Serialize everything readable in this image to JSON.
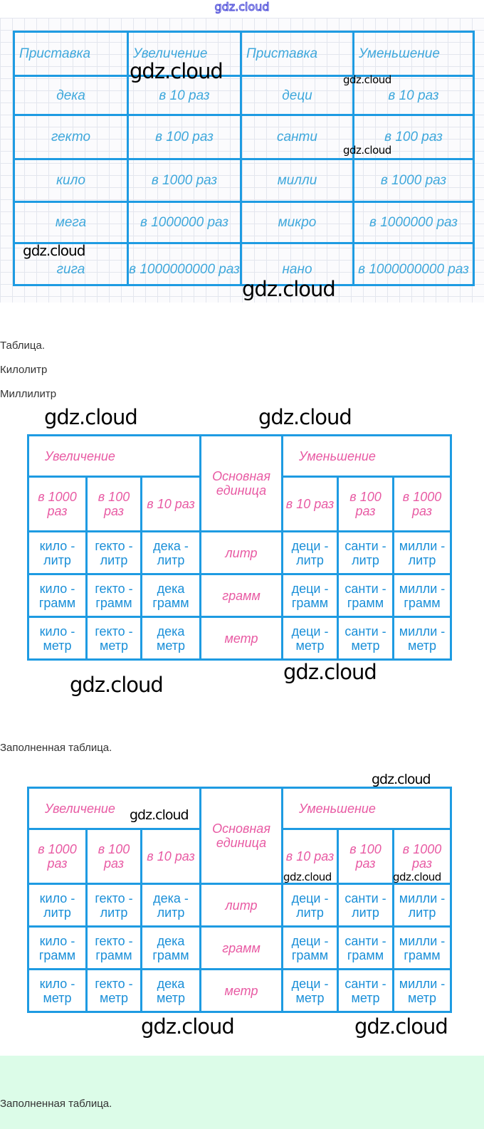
{
  "watermark": "gdz.cloud",
  "table1": {
    "headers": [
      "Приставка",
      "Увеличение",
      "Приставка",
      "Уменьшение"
    ],
    "rows": [
      [
        "дека",
        "в 10 раз",
        "деци",
        "в 10 раз"
      ],
      [
        "гекто",
        "в 100 раз",
        "санти",
        "в 100 раз"
      ],
      [
        "кило",
        "в 1000 раз",
        "милли",
        "в 1000 раз"
      ],
      [
        "мега",
        "в 1000000 раз",
        "микро",
        "в 1000000 раз"
      ],
      [
        "гига",
        "в 1000000000 раз",
        "нано",
        "в 1000000000 раз"
      ]
    ]
  },
  "texts": {
    "table_label": "Таблица.",
    "kiloliter": "Килолитр",
    "milliliter": "Миллилитр",
    "filled_table": "Заполненная таблица.",
    "filled_table_bottom": "Заполненная таблица."
  },
  "unit_table": {
    "increase": "Увеличение",
    "base": "Основная единица",
    "decrease": "Уменьшение",
    "factors": [
      "в 1000 раз",
      "в 100 раз",
      "в 10 раз",
      "в 10 раз",
      "в 100 раз",
      "в 1000 раз"
    ],
    "rows": [
      [
        "кило - литр",
        "гекто - литр",
        "дека - литр",
        "литр",
        "деци - литр",
        "санти - литр",
        "милли - литр"
      ],
      [
        "кило - грамм",
        "гекто - грамм",
        "дека грамм",
        "грамм",
        "деци - грамм",
        "санти - грамм",
        "милли - грамм"
      ],
      [
        "кило - метр",
        "гекто - метр",
        "дека метр",
        "метр",
        "деци - метр",
        "санти - метр",
        "милли - метр"
      ]
    ]
  },
  "colors": {
    "border": "#1e9be2",
    "pink": "#e85aa3",
    "band": "#dcfce8"
  }
}
